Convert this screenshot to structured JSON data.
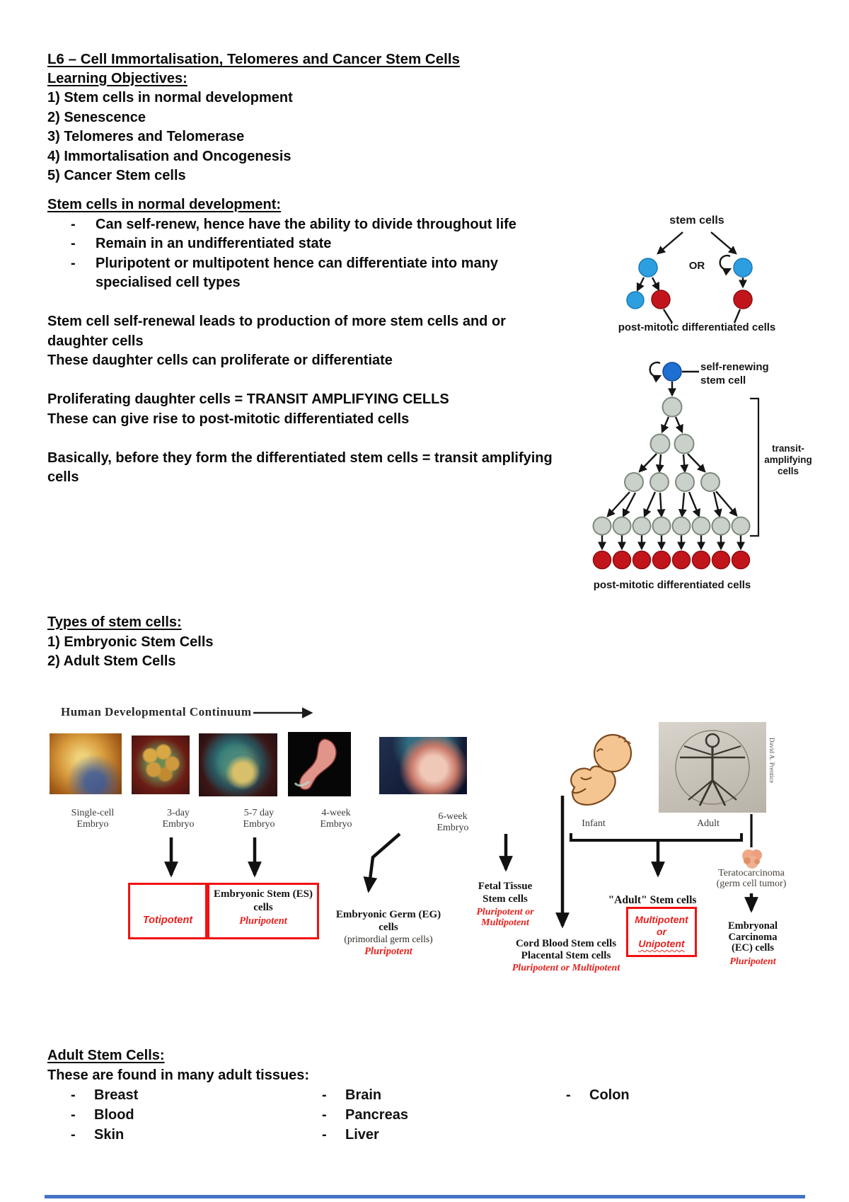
{
  "page": {
    "title": "L6 – Cell Immortalisation, Telomeres and Cancer Stem Cells"
  },
  "objectives": {
    "heading": "Learning Objectives:",
    "items": [
      "1) Stem cells in normal development",
      "2) Senescence",
      "3) Telomeres and Telomerase",
      "4) Immortalisation and Oncogenesis",
      "5) Cancer Stem cells"
    ]
  },
  "stem_section": {
    "heading": "Stem cells in normal development:",
    "bullet_char": "-",
    "bullets": [
      "Can self-renew, hence have the ability to divide throughout life",
      "Remain in an undifferentiated state",
      "Pluripotent or multipotent hence can differentiate into many"
    ],
    "bullet3_cont": "specialised cell types",
    "para1": [
      "Stem cell self-renewal leads to production of more stem cells and or",
      "daughter cells",
      "These daughter cells can proliferate or differentiate"
    ],
    "para2": [
      "Proliferating daughter cells = TRANSIT AMPLIFYING CELLS",
      "These can give rise to post-mitotic differentiated cells"
    ],
    "para3": [
      "Basically, before they form the differentiated stem cells = transit amplifying",
      "cells"
    ]
  },
  "figure_division": {
    "stem_cells_label": "stem cells",
    "or_label": "OR",
    "bottom_label": "post-mitotic differentiated cells"
  },
  "figure_transit": {
    "self_renewing_label": "self-renewing stem cell",
    "transit_label": "transit-amplifying cells",
    "bottom_label": "post-mitotic differentiated cells"
  },
  "types_section": {
    "heading": "Types of stem cells:",
    "items": [
      "1) Embryonic Stem Cells",
      "2) Adult Stem Cells"
    ]
  },
  "continuum": {
    "title": "Human Developmental Continuum",
    "stages": [
      "Single-cell Embryo",
      "3-day Embryo",
      "5-7 day Embryo",
      "4-week Embryo",
      "6-week Embryo",
      "Infant",
      "Adult"
    ],
    "attribution": "David A. Prentice",
    "totipotent": "Totipotent",
    "es": {
      "name": "Embryonic Stem (ES) cells",
      "potency": "Pluripotent"
    },
    "eg": {
      "name": "Embryonic Germ (EG) cells",
      "note": "(primordial germ cells)",
      "potency": "Pluripotent"
    },
    "fetal": {
      "name": "Fetal Tissue Stem cells",
      "potency": "Pluripotent or Multipotent"
    },
    "cord": {
      "line1": "Cord Blood Stem cells",
      "line2": "Placental Stem cells",
      "potency": "Pluripotent or Multipotent"
    },
    "adult_sc": {
      "name": "\"Adult\" Stem cells",
      "p1": "Multipotent",
      "p2": "or",
      "p3": "Unipotent"
    },
    "teratocarcinoma": {
      "name": "Teratocarcinoma",
      "note": "(germ cell tumor)"
    },
    "ec": {
      "name": "Embryonal Carcinoma (EC) cells",
      "potency": "Pluripotent"
    }
  },
  "adult_section": {
    "heading": "Adult Stem Cells:",
    "intro": "These are found in many adult tissues:",
    "bullet_char": "-",
    "col1": [
      "Breast",
      "Blood",
      "Skin"
    ],
    "col2": [
      "Brain",
      "Pancreas",
      "Liver"
    ],
    "col3": [
      "Colon"
    ]
  },
  "colors": {
    "stem_cell_blue": "#2D9FE0",
    "self_renewing_blue": "#1E6FD2",
    "differentiated_red": "#C2151B",
    "transit_grey_fill": "#CAD1CA",
    "transit_grey_stroke": "#7E8A7E",
    "figure_text_red": "#E8211D",
    "highlight_box_red": "#F31111",
    "footer_rule_blue": "#4472C4"
  }
}
